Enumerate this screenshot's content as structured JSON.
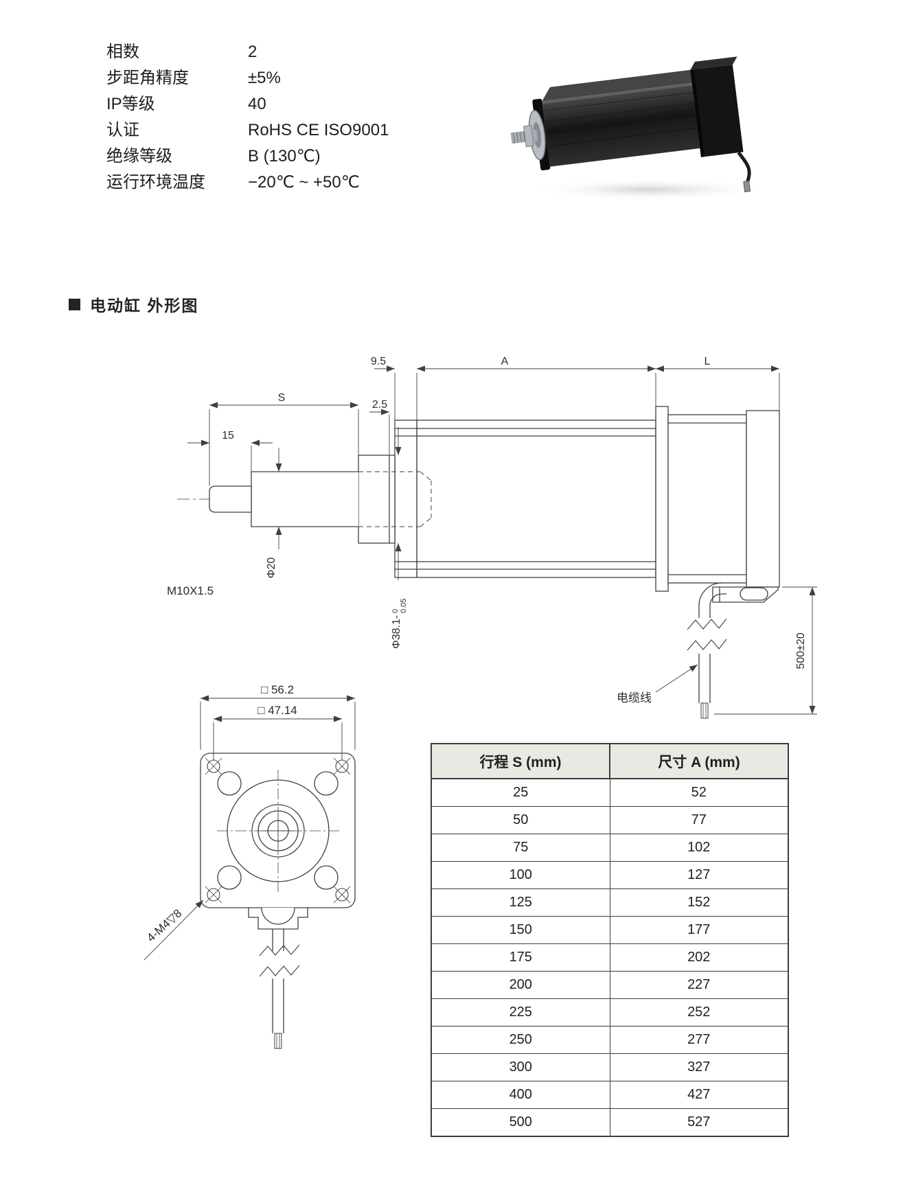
{
  "specs": {
    "items": [
      {
        "label": "相数",
        "value": "2"
      },
      {
        "label": "步距角精度",
        "value": "±5%"
      },
      {
        "label": "IP等级",
        "value": "40"
      },
      {
        "label": "认证",
        "value": "RoHS CE ISO9001"
      },
      {
        "label": "绝缘等级",
        "value": "B (130℃)"
      },
      {
        "label": "运行环境温度",
        "value": "−20℃ ~ +50℃"
      }
    ]
  },
  "section_title": "电动缸 外形图",
  "side_view": {
    "dim_9_5": "9.5",
    "dim_A": "A",
    "dim_L": "L",
    "dim_S": "S",
    "dim_2_5": "2.5",
    "dim_15": "15",
    "dim_phi20": "Φ20",
    "thread_label": "M10X1.5",
    "dim_phi381": "Φ38.1-",
    "dim_phi381_tol_upper": "0",
    "dim_phi381_tol_lower": "0.05",
    "cable_label": "电缆线",
    "dim_cable_length": "500±20"
  },
  "front_view": {
    "dim_outer_square": "□ 56.2",
    "dim_bolt_square": "□ 47.14",
    "screw_label": "4-M4▽8"
  },
  "table": {
    "headers": [
      "行程 S (mm)",
      "尺寸 A (mm)"
    ],
    "rows": [
      [
        "25",
        "52"
      ],
      [
        "50",
        "77"
      ],
      [
        "75",
        "102"
      ],
      [
        "100",
        "127"
      ],
      [
        "125",
        "152"
      ],
      [
        "150",
        "177"
      ],
      [
        "175",
        "202"
      ],
      [
        "200",
        "227"
      ],
      [
        "225",
        "252"
      ],
      [
        "250",
        "277"
      ],
      [
        "300",
        "327"
      ],
      [
        "400",
        "427"
      ],
      [
        "500",
        "527"
      ]
    ]
  }
}
